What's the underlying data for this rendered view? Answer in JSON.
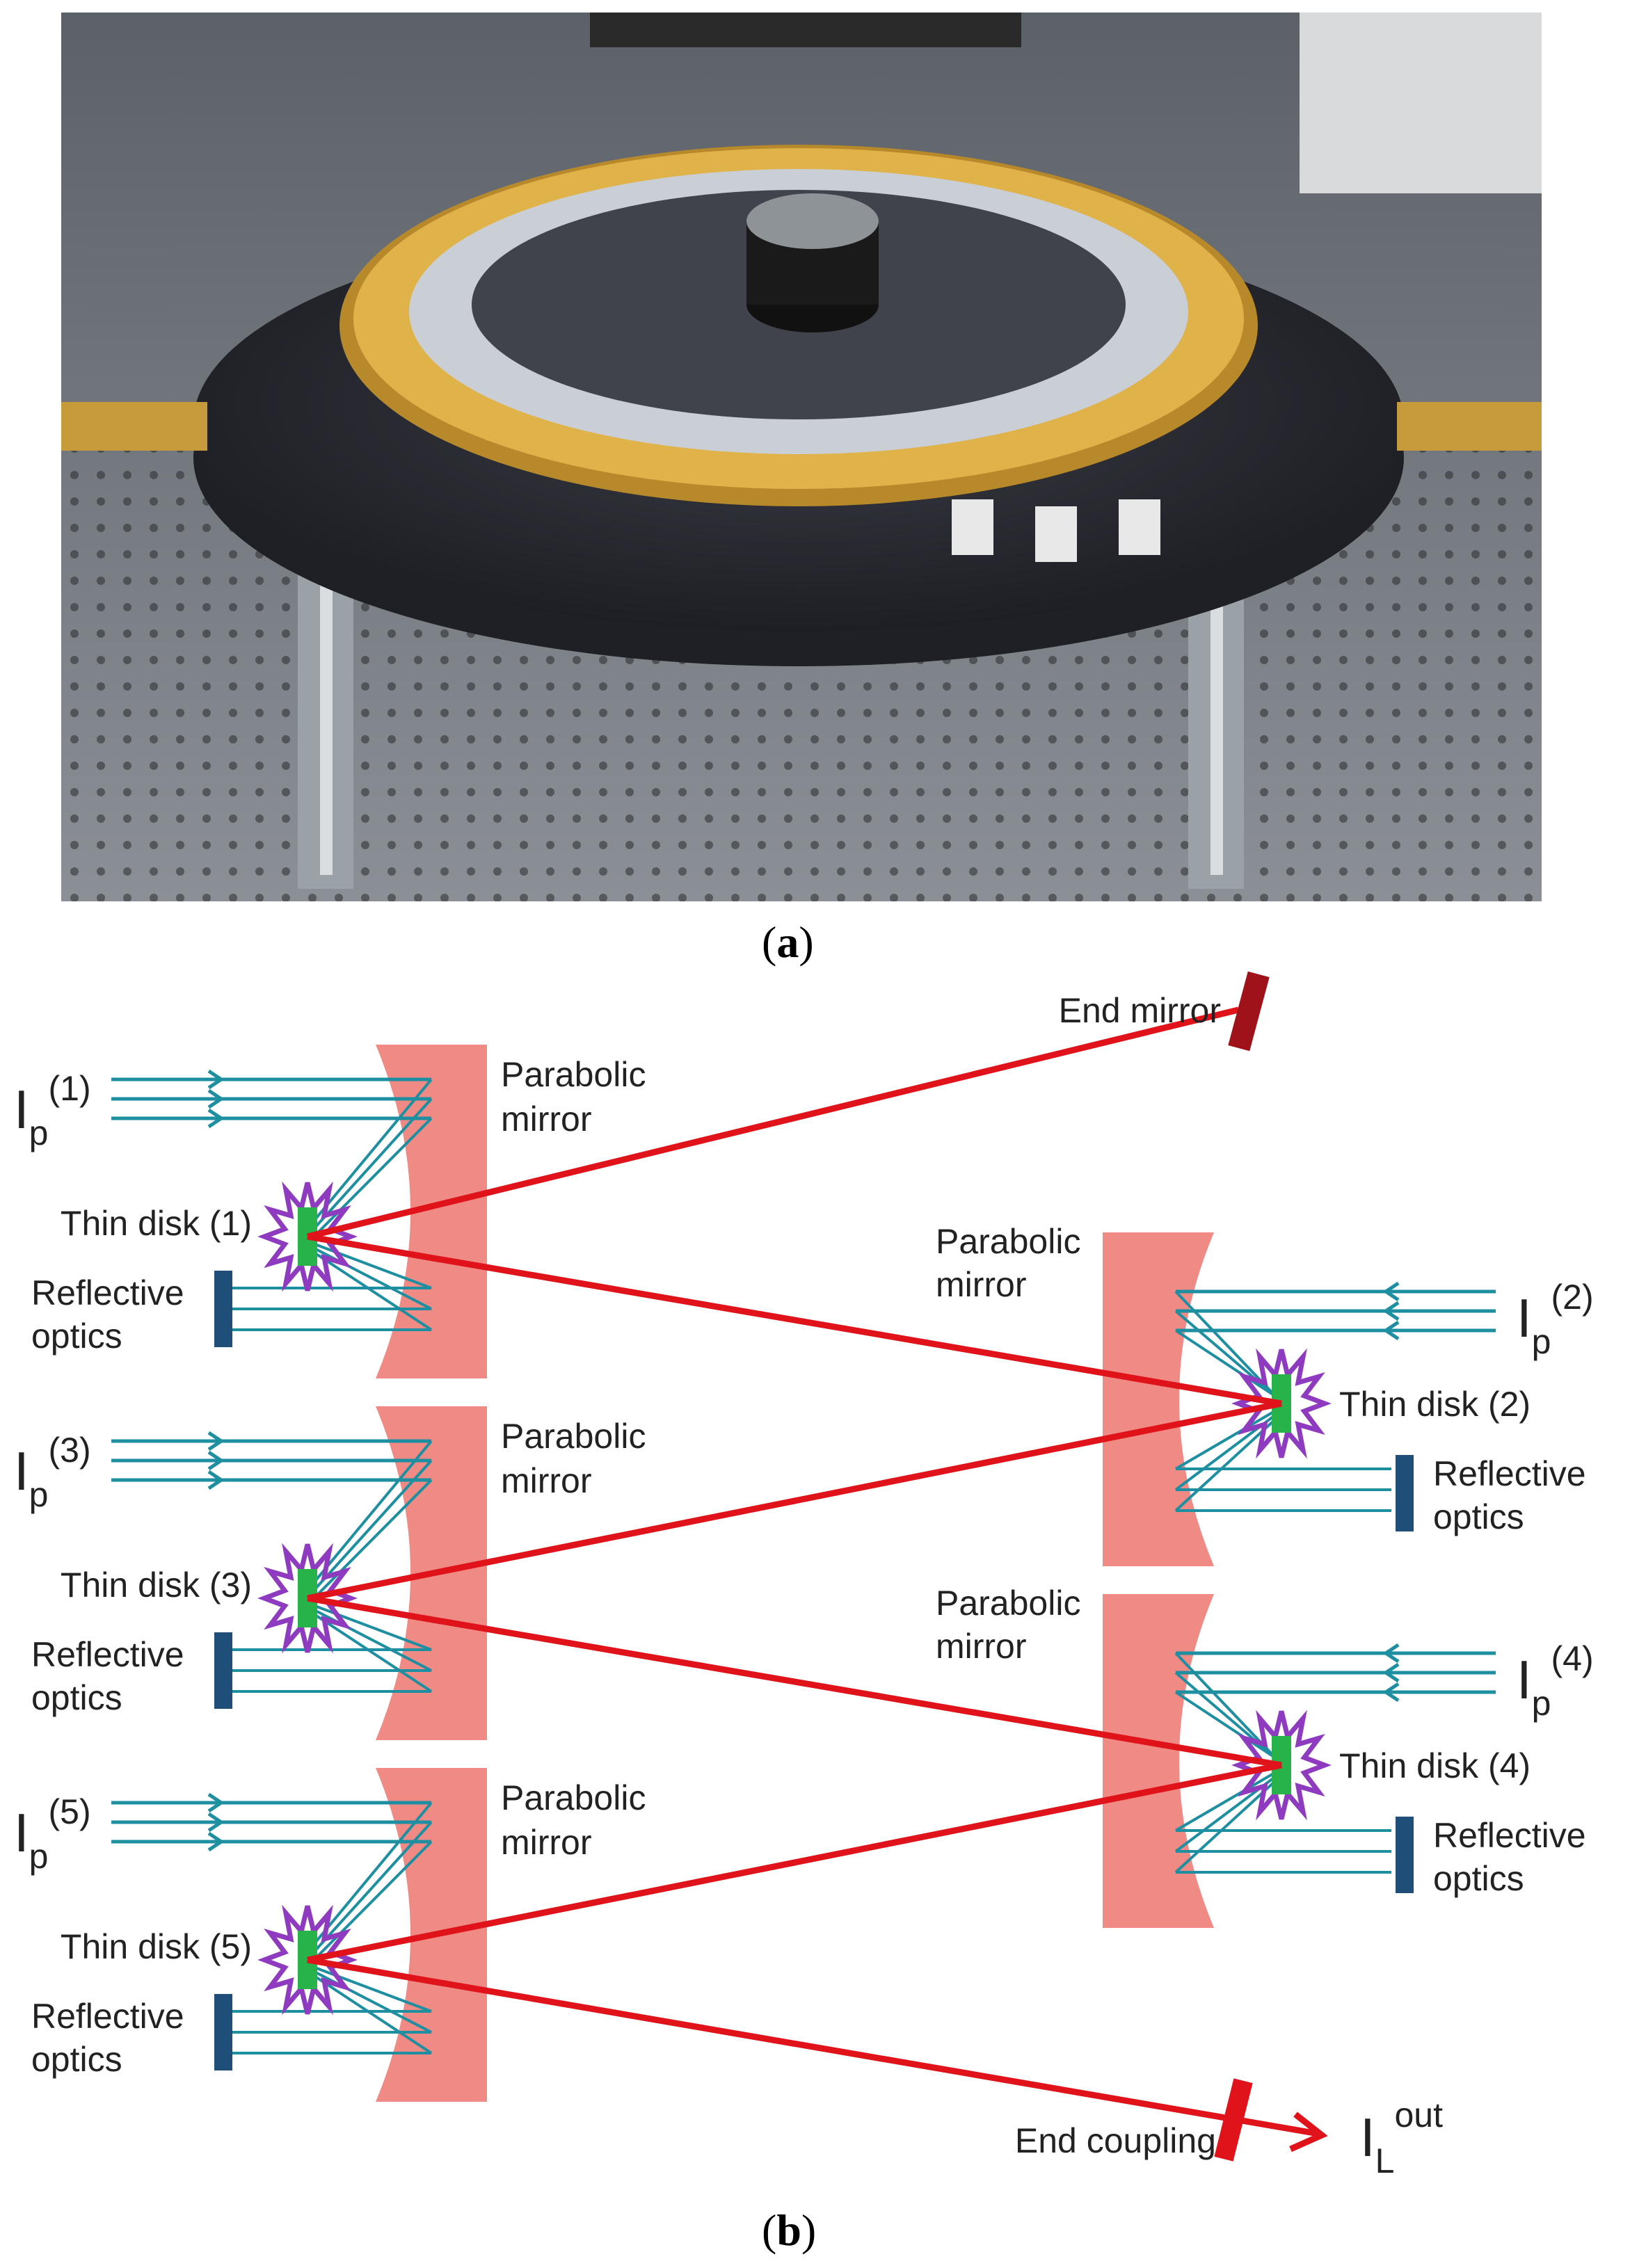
{
  "panels": {
    "a": "a",
    "b": "b"
  },
  "photo": {
    "description_icon": "thin-disk-ring-laser-photo"
  },
  "diagram": {
    "end_mirror": "End mirror",
    "end_coupling": "End coupling",
    "output": {
      "main": "I",
      "sub": "L",
      "sup": "out"
    },
    "parabolic_mirror": [
      "Parabolic",
      "mirror"
    ],
    "reflective_optics": [
      "Reflective",
      "optics"
    ],
    "left_stages": [
      {
        "disk": "Thin disk (1)",
        "pump_main": "I",
        "pump_sub": "p",
        "pump_sup": "(1)"
      },
      {
        "disk": "Thin disk (3)",
        "pump_main": "I",
        "pump_sub": "p",
        "pump_sup": "(3)"
      },
      {
        "disk": "Thin disk (5)",
        "pump_main": "I",
        "pump_sub": "p",
        "pump_sup": "(5)"
      }
    ],
    "right_stages": [
      {
        "disk": "Thin disk (2)",
        "pump_main": "I",
        "pump_sub": "p",
        "pump_sup": "(2)"
      },
      {
        "disk": "Thin disk (4)",
        "pump_main": "I",
        "pump_sub": "p",
        "pump_sup": "(4)"
      }
    ],
    "colors": {
      "laser_beam": "#e0131a",
      "pump_beam": "#1e8fa0",
      "parabolic_mirror": "#ef8a84",
      "reflective_optics": "#1f4e79",
      "thin_disk": "#27b24a",
      "disk_glow": "#8e3bbf",
      "end_mirror": "#a0121a"
    }
  }
}
